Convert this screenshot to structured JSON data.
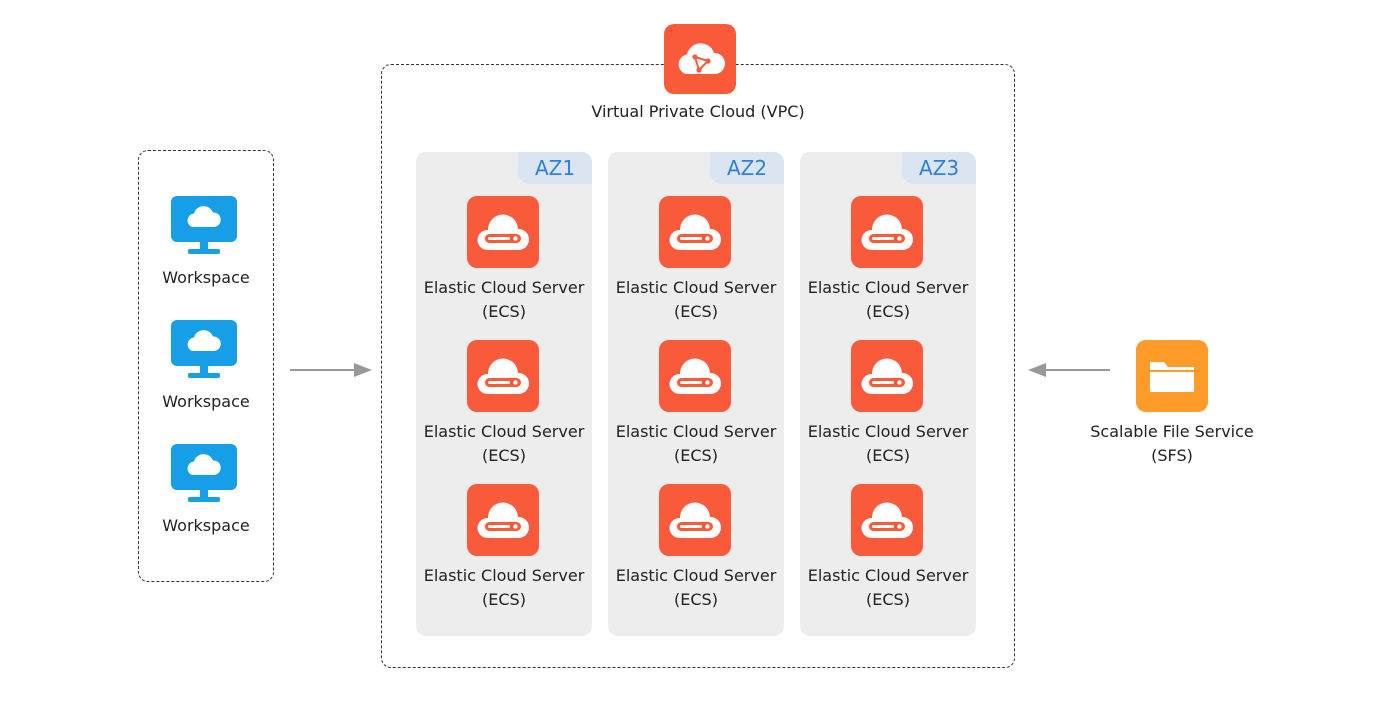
{
  "workspaces": {
    "items": [
      {
        "label": "Workspace"
      },
      {
        "label": "Workspace"
      },
      {
        "label": "Workspace"
      }
    ]
  },
  "vpc": {
    "label": "Virtual Private Cloud (VPC)",
    "icon": "vpc-cloud-icon",
    "color": "#f95b3a"
  },
  "zones": [
    {
      "tab": "AZ1",
      "servers": [
        {
          "line1": "Elastic Cloud Server",
          "line2": "(ECS)"
        },
        {
          "line1": "Elastic Cloud Server",
          "line2": "(ECS)"
        },
        {
          "line1": "Elastic Cloud Server",
          "line2": "(ECS)"
        }
      ]
    },
    {
      "tab": "AZ2",
      "servers": [
        {
          "line1": "Elastic Cloud Server",
          "line2": "(ECS)"
        },
        {
          "line1": "Elastic Cloud Server",
          "line2": "(ECS)"
        },
        {
          "line1": "Elastic Cloud Server",
          "line2": "(ECS)"
        }
      ]
    },
    {
      "tab": "AZ3",
      "servers": [
        {
          "line1": "Elastic Cloud Server",
          "line2": "(ECS)"
        },
        {
          "line1": "Elastic Cloud Server",
          "line2": "(ECS)"
        },
        {
          "line1": "Elastic Cloud Server",
          "line2": "(ECS)"
        }
      ]
    }
  ],
  "sfs": {
    "line1": "Scalable File Service",
    "line2": "(SFS)",
    "icon": "folder-icon",
    "color": "#ff9b28"
  },
  "colors": {
    "ecs": "#f95b3a",
    "workspace": "#169ee6",
    "az_tab_bg": "#dbe5f1",
    "az_tab_text": "#2f7fd6",
    "zone_bg": "#ededed",
    "arrow": "#999999"
  }
}
